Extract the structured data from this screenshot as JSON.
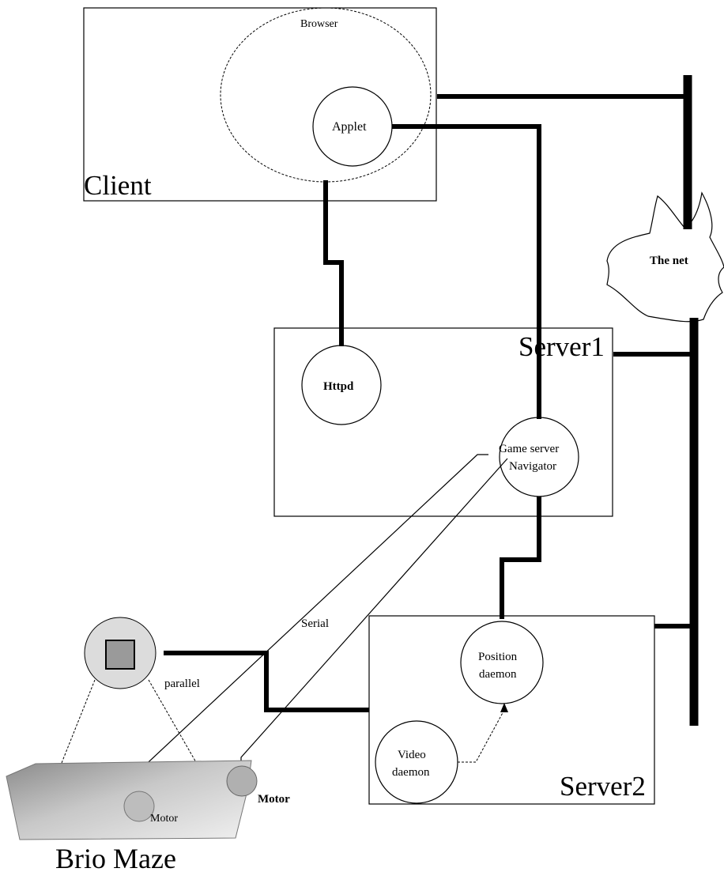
{
  "labels": {
    "client": "Client",
    "browser": "Browser",
    "applet": "Applet",
    "the_net": "The net",
    "server1": "Server1",
    "httpd": "Httpd",
    "game_server_line1": "Game server",
    "game_server_line2": "Navigator",
    "serial": "Serial",
    "parallel": "parallel",
    "server2": "Server2",
    "position_line1": "Position",
    "position_line2": "daemon",
    "video_line1": "Video",
    "video_line2": "daemon",
    "motor_board": "Motor",
    "motor_side": "Motor",
    "brio_maze": "Brio Maze"
  }
}
